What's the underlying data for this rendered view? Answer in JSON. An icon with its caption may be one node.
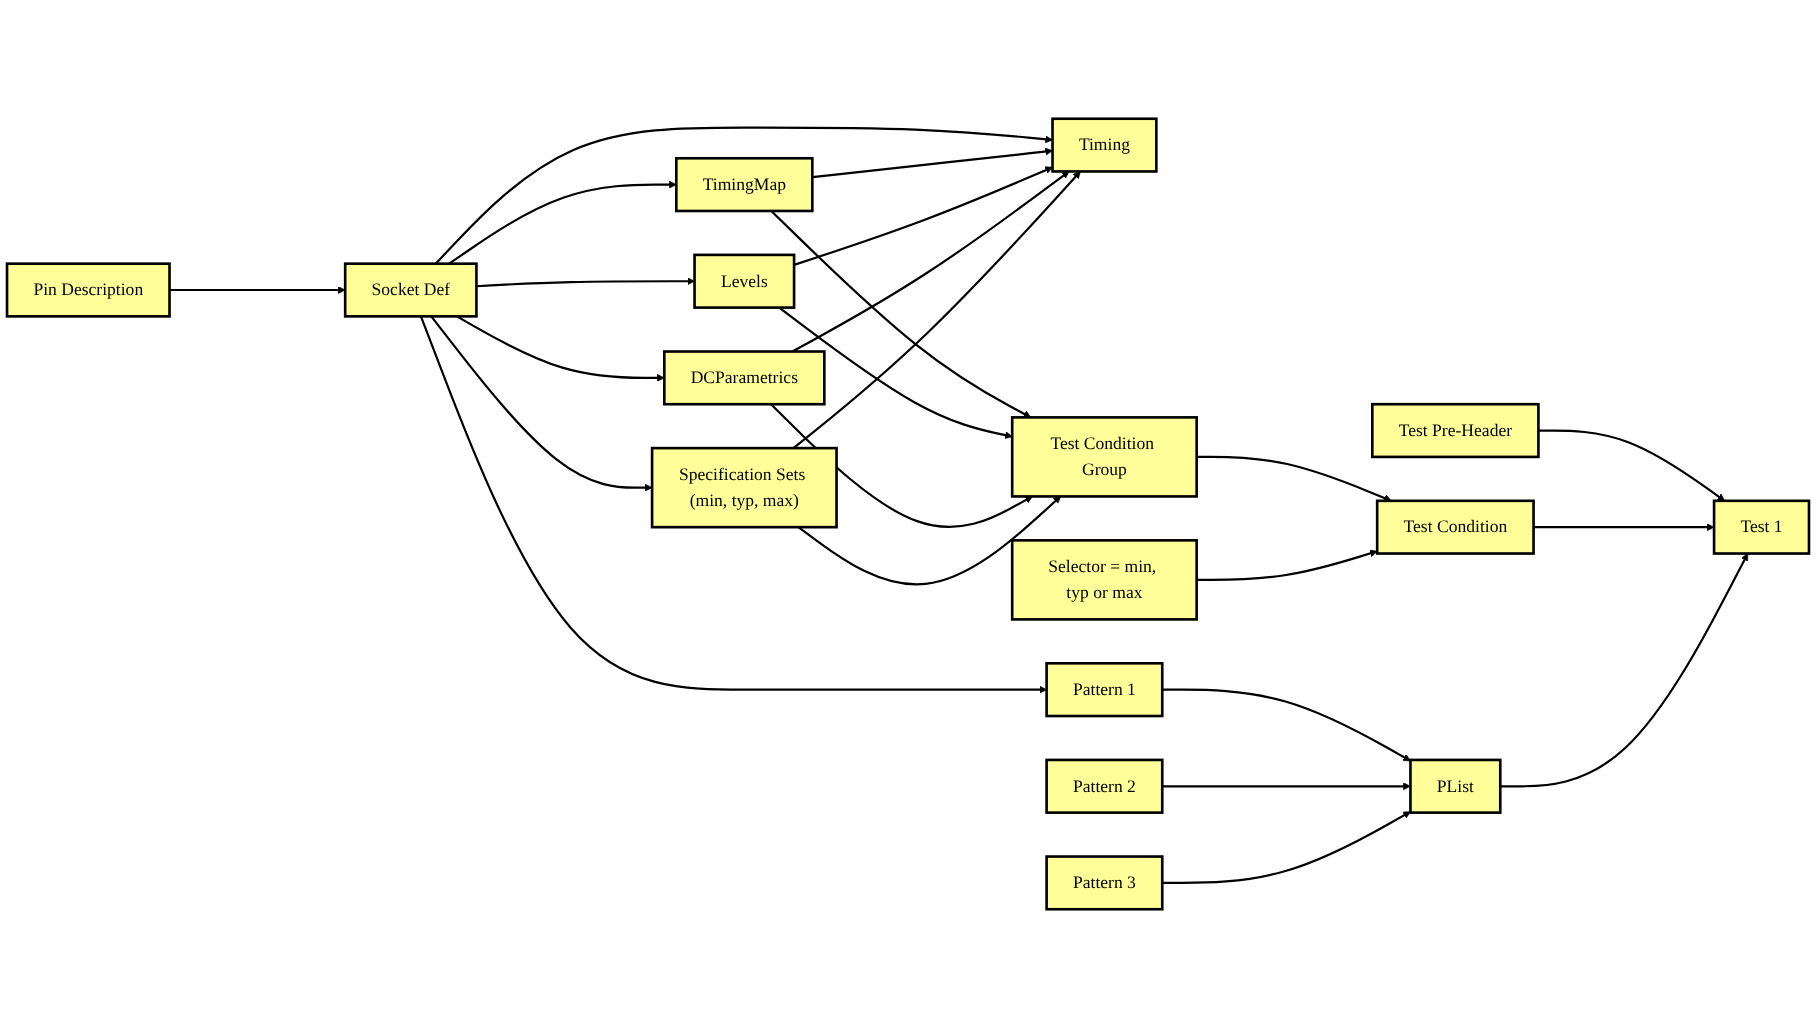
{
  "diagram": {
    "nodes": [
      {
        "text": [
          "Pin Description"
        ]
      },
      {
        "text": [
          "Socket Def"
        ]
      },
      {
        "text": [
          "Timing"
        ]
      },
      {
        "text": [
          "TimingMap"
        ]
      },
      {
        "text": [
          "Levels"
        ]
      },
      {
        "text": [
          "DCParametrics"
        ]
      },
      {
        "text": [
          "Specification Sets (min, typ, max)"
        ]
      },
      {
        "text": [
          "Test Pre-Header"
        ]
      },
      {
        "text": [
          "Test Condition Group"
        ]
      },
      {
        "text": [
          "Selector = min, typ or max"
        ]
      },
      {
        "text": [
          "Test Condition"
        ]
      },
      {
        "text": [
          "Test 1"
        ]
      },
      {
        "text": [
          "Pattern 1"
        ]
      },
      {
        "text": [
          "Pattern 2"
        ]
      },
      {
        "text": [
          "Pattern 3"
        ]
      },
      {
        "text": [
          "PList"
        ]
      }
    ],
    "edges": [
      {
        "from": 0,
        "to": 1,
        "arrow": "to"
      },
      {
        "from": 1,
        "to": 2,
        "arrow": "to"
      },
      {
        "from": 1,
        "to": 3,
        "arrow": "to"
      },
      {
        "from": 1,
        "to": 4,
        "arrow": "to"
      },
      {
        "from": 1,
        "to": 5,
        "arrow": "to"
      },
      {
        "from": 1,
        "to": 6,
        "arrow": "to"
      },
      {
        "from": 1,
        "to": 12,
        "arrow": "to"
      },
      {
        "from": 3,
        "to": 2,
        "arrow": "to"
      },
      {
        "from": 4,
        "to": 2,
        "arrow": "to"
      },
      {
        "from": 5,
        "to": 2,
        "arrow": "to"
      },
      {
        "from": 6,
        "to": 2,
        "arrow": "to"
      },
      {
        "from": 3,
        "to": 8,
        "arrow": "to"
      },
      {
        "from": 4,
        "to": 8,
        "arrow": "to"
      },
      {
        "from": 5,
        "to": 8,
        "arrow": "to"
      },
      {
        "from": 6,
        "to": 8,
        "arrow": "to"
      },
      {
        "from": 12,
        "to": 15,
        "arrow": "to"
      },
      {
        "from": 13,
        "to": 15,
        "arrow": "to"
      },
      {
        "from": 14,
        "to": 15,
        "arrow": "to"
      },
      {
        "from": 8,
        "to": 10,
        "arrow": "to"
      },
      {
        "from": 9,
        "to": 10,
        "arrow": "to"
      },
      {
        "from": 7,
        "to": 11,
        "arrow": "to"
      },
      {
        "from": 10,
        "to": 11,
        "arrow": "to"
      },
      {
        "from": 15,
        "to": 11,
        "arrow": "to"
      }
    ]
  }
}
